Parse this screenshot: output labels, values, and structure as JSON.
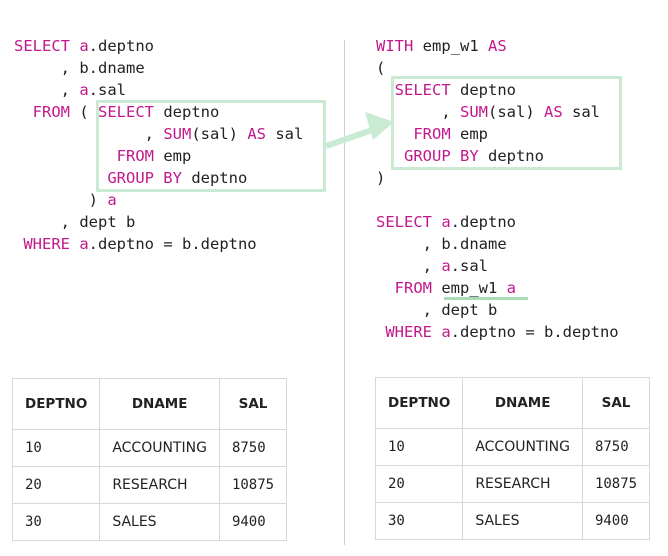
{
  "left_sql": {
    "lines": [
      [
        {
          "t": "SELECT ",
          "k": 1
        },
        {
          "t": "a",
          "k": 2
        },
        {
          "t": ".deptno"
        }
      ],
      [
        {
          "t": "     , b.dname"
        }
      ],
      [
        {
          "t": "     , "
        },
        {
          "t": "a",
          "k": 2
        },
        {
          "t": ".sal"
        }
      ],
      [
        {
          "t": "  FROM ",
          "k": 1
        },
        {
          "t": "( "
        },
        {
          "t": "SELECT ",
          "k": 1
        },
        {
          "t": "deptno"
        }
      ],
      [
        {
          "t": "              , "
        },
        {
          "t": "SUM",
          "k": 1
        },
        {
          "t": "(sal) "
        },
        {
          "t": "AS",
          "k": 1
        },
        {
          "t": " sal"
        }
      ],
      [
        {
          "t": "           FROM ",
          "k": 1
        },
        {
          "t": "emp"
        }
      ],
      [
        {
          "t": "          GROUP BY ",
          "k": 1
        },
        {
          "t": "deptno"
        }
      ],
      [
        {
          "t": "        ) "
        },
        {
          "t": "a",
          "k": 2
        }
      ],
      [
        {
          "t": "     , dept b"
        }
      ],
      [
        {
          "t": " WHERE ",
          "k": 1
        },
        {
          "t": "a",
          "k": 2
        },
        {
          "t": ".deptno = b.deptno"
        }
      ]
    ]
  },
  "right_sql": {
    "lines": [
      [
        {
          "t": "WITH ",
          "k": 1
        },
        {
          "t": "emp_w1 "
        },
        {
          "t": "AS",
          "k": 1
        }
      ],
      [
        {
          "t": "("
        }
      ],
      [
        {
          "t": "  SELECT ",
          "k": 1
        },
        {
          "t": "deptno"
        }
      ],
      [
        {
          "t": "       , "
        },
        {
          "t": "SUM",
          "k": 1
        },
        {
          "t": "(sal) "
        },
        {
          "t": "AS",
          "k": 1
        },
        {
          "t": " sal"
        }
      ],
      [
        {
          "t": "    FROM ",
          "k": 1
        },
        {
          "t": "emp"
        }
      ],
      [
        {
          "t": "   GROUP BY ",
          "k": 1
        },
        {
          "t": "deptno"
        }
      ],
      [
        {
          "t": ")"
        }
      ],
      [
        {
          "t": ""
        }
      ],
      [
        {
          "t": "SELECT ",
          "k": 1
        },
        {
          "t": "a",
          "k": 2
        },
        {
          "t": ".deptno"
        }
      ],
      [
        {
          "t": "     , b.dname"
        }
      ],
      [
        {
          "t": "     , "
        },
        {
          "t": "a",
          "k": 2
        },
        {
          "t": ".sal"
        }
      ],
      [
        {
          "t": "  FROM ",
          "k": 1
        },
        {
          "t": "emp_w1 "
        },
        {
          "t": "a",
          "k": 2
        }
      ],
      [
        {
          "t": "     , dept b"
        }
      ],
      [
        {
          "t": " WHERE ",
          "k": 1
        },
        {
          "t": "a",
          "k": 2
        },
        {
          "t": ".deptno = b.deptno"
        }
      ]
    ]
  },
  "table": {
    "headers": [
      "DEPTNO",
      "DNAME",
      "SAL"
    ],
    "rows": [
      [
        "10",
        "ACCOUNTING",
        "8750"
      ],
      [
        "20",
        "RESEARCH",
        "10875"
      ],
      [
        "30",
        "SALES",
        "9400"
      ]
    ]
  },
  "colors": {
    "keyword": "#c2188c",
    "highlight": "#c9ead3",
    "arrow": "#c9ead3"
  }
}
